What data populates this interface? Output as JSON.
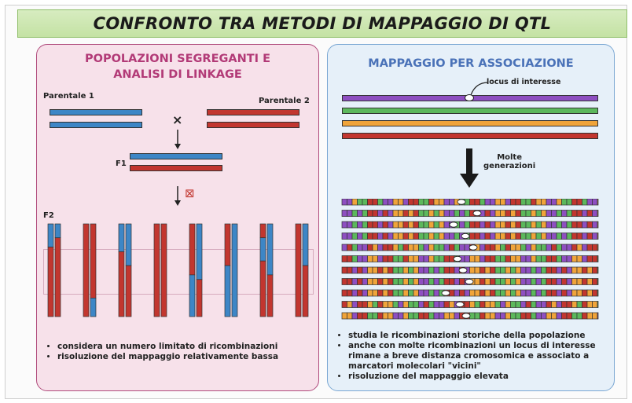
{
  "title": "CONFRONTO TRA METODI DI MAPPAGGIO DI QTL",
  "left_panel": {
    "title": "POPOLAZIONI SEGREGANTI E ANALISI DI LINKAGE",
    "parent1_label": "Parentale 1",
    "parent2_label": "Parentale 2",
    "cross_symbol": "×",
    "f1_label": "F1",
    "f2_label": "F2",
    "self_symbol": "⊠",
    "bullets": [
      "considera un numero limitato di ricombinazioni",
      "risoluzione del mappaggio relativamente bassa"
    ]
  },
  "right_panel": {
    "title": "MAPPAGGIO PER ASSOCIAZIONE",
    "locus_label": "locus di interesse",
    "generations_label_line1": "Molte",
    "generations_label_line2": "generazioni",
    "bullets": [
      "studia le ricombinazioni storiche della popolazione",
      "anche con molte ricombinazioni un locus di interesse rimane a breve distanza cromosomica e associato a marcatori molecolari \"vicini\"",
      "risoluzione del mappaggio elevata"
    ]
  },
  "colors": {
    "blue": "#3d86c6",
    "red": "#c2362f",
    "purple": "#8e4fc1",
    "green": "#5cb85c",
    "orange": "#f0a43a",
    "left_accent": "#b23a77",
    "right_accent": "#4a72b8",
    "title_green": "#c4e2a4"
  }
}
